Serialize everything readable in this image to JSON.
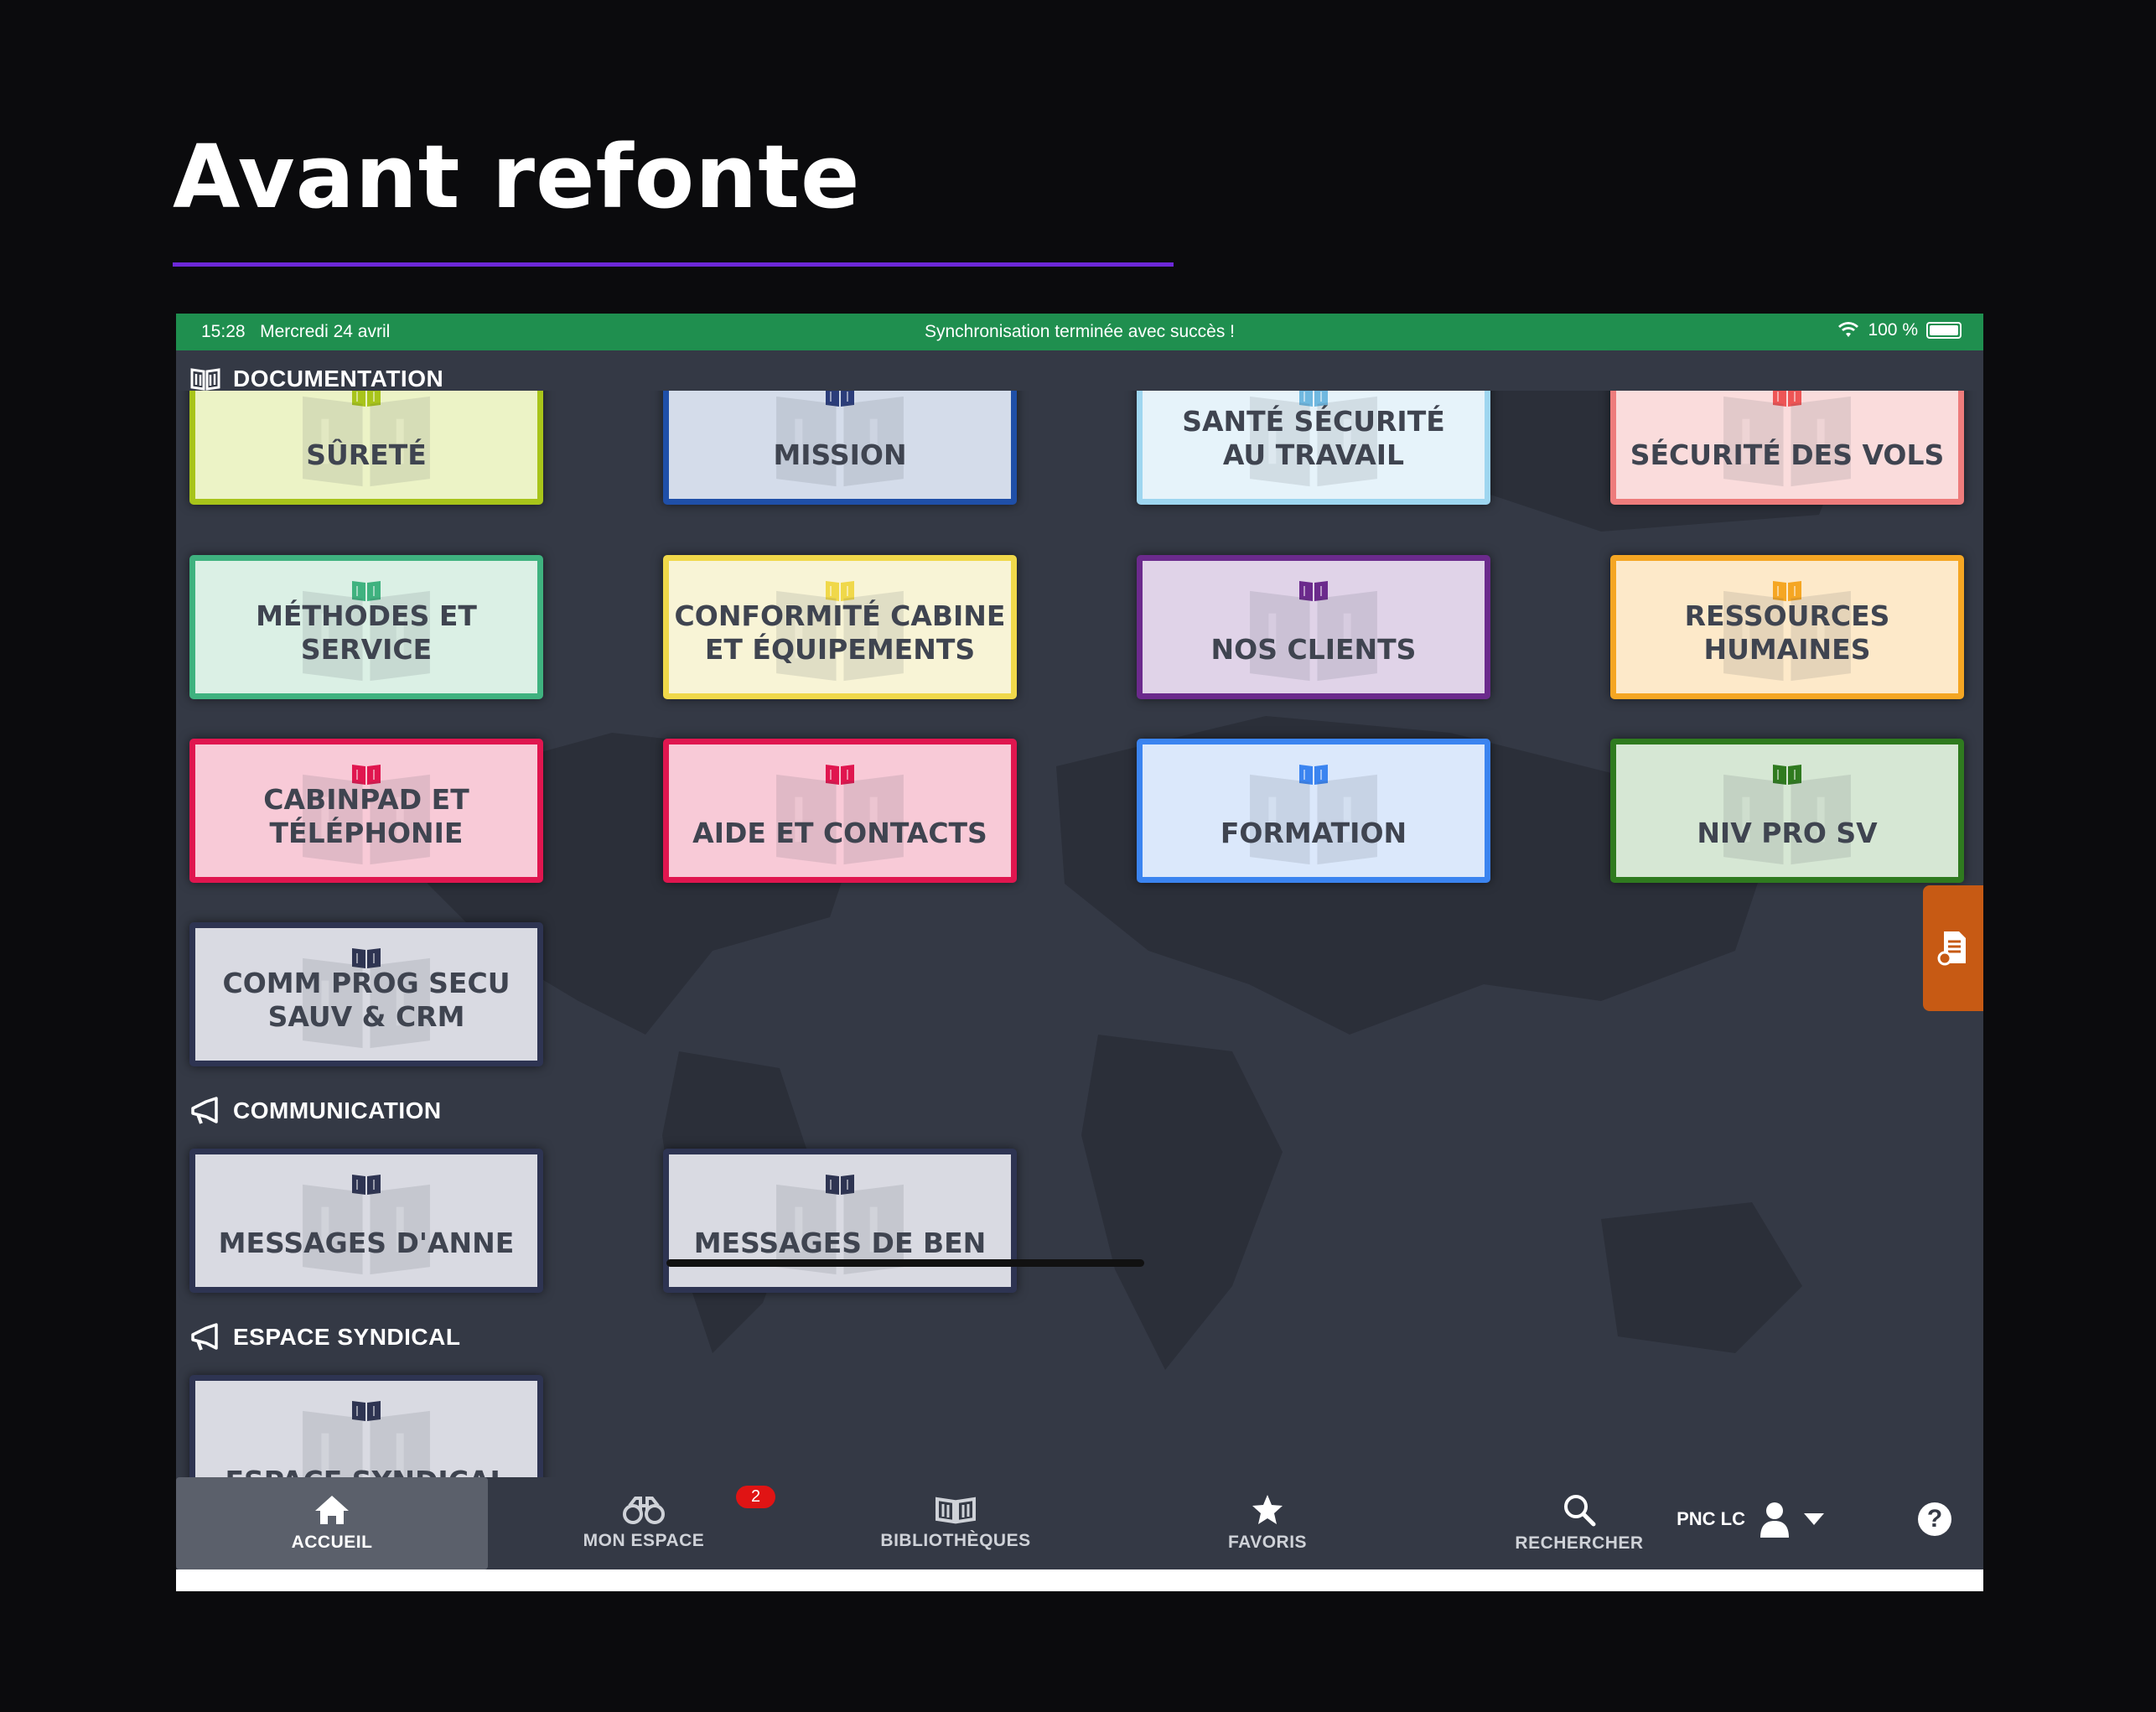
{
  "slide": {
    "title": "Avant refonte",
    "accent": "#6d28d9"
  },
  "status_bar": {
    "time": "15:28",
    "date": "Mercredi 24 avril",
    "message": "Synchronisation terminée avec succès !",
    "battery": "100 %",
    "color": "#1f8f4f"
  },
  "sections": {
    "documentation": {
      "label": "DOCUMENTATION",
      "icon": "book-icon"
    },
    "communication": {
      "label": "COMMUNICATION",
      "icon": "megaphone-icon"
    },
    "espace_syndical": {
      "label": "ESPACE SYNDICAL",
      "icon": "megaphone-icon"
    }
  },
  "cards": {
    "surete": {
      "title": "SÛRETÉ",
      "bg": "#ecf3c6",
      "border": "#a8c41a",
      "icon_color": "#a8c41a"
    },
    "mission": {
      "title": "MISSION",
      "bg": "#d4dcea",
      "border": "#1f4fa8",
      "icon_color": "#2b3d7a"
    },
    "sante": {
      "title": "SANTÉ SÉCURITÉ\nAU TRAVAIL",
      "bg": "#e6f3fa",
      "border": "#9ed6f0",
      "icon_color": "#6fb8e0"
    },
    "securite_vols": {
      "title": "SÉCURITÉ DES VOLS",
      "bg": "#fadcdc",
      "border": "#ee7c7c",
      "icon_color": "#e55"
    },
    "methodes": {
      "title": "MÉTHODES ET SERVICE",
      "bg": "#dbf0e5",
      "border": "#3fb27f",
      "icon_color": "#3fb27f"
    },
    "conformite": {
      "title": "CONFORMITÉ CABINE\nET ÉQUIPEMENTS",
      "bg": "#f8f4d6",
      "border": "#f0d84a",
      "icon_color": "#f0d84a"
    },
    "nos_clients": {
      "title": "NOS CLIENTS",
      "bg": "#e0d3e8",
      "border": "#6b2a8c",
      "icon_color": "#6b2a8c"
    },
    "rh": {
      "title": "RESSOURCES\nHUMAINES",
      "bg": "#fde9c9",
      "border": "#f5a623",
      "icon_color": "#f5a623"
    },
    "cabinpad": {
      "title": "CABINPAD ET\nTÉLÉPHONIE",
      "bg": "#f8cad7",
      "border": "#e0164f",
      "icon_color": "#e0164f"
    },
    "aide": {
      "title": "AIDE ET CONTACTS",
      "bg": "#f8cad7",
      "border": "#e0164f",
      "icon_color": "#e0164f"
    },
    "formation": {
      "title": "FORMATION",
      "bg": "#dbe8fb",
      "border": "#3b84f0",
      "icon_color": "#3b84f0"
    },
    "niv_pro": {
      "title": "NIV PRO SV",
      "bg": "#d6e7d4",
      "border": "#2f7a1f",
      "icon_color": "#2f7a1f"
    },
    "comm_prog": {
      "title": "COMM PROG SECU\nSAUV & CRM",
      "bg": "#d9dae2",
      "border": "#2e3452",
      "icon_color": "#2e3452"
    },
    "messages_anne": {
      "title": "MESSAGES D'ANNE",
      "bg": "#d9dae2",
      "border": "#2e3452",
      "icon_color": "#2e3452"
    },
    "messages_ben": {
      "title": "MESSAGES DE BEN",
      "bg": "#d9dae2",
      "border": "#2e3452",
      "icon_color": "#2e3452"
    },
    "espace_syndical": {
      "title": "ESPACE SYNDICAL",
      "bg": "#d9dae2",
      "border": "#2e3452",
      "icon_color": "#2e3452"
    }
  },
  "tabbar": {
    "accueil": "ACCUEIL",
    "mon_espace": "MON ESPACE",
    "mon_espace_badge": "2",
    "bibliotheques": "BIBLIOTHÈQUES",
    "favoris": "FAVORIS",
    "rechercher": "RECHERCHER",
    "user_label": "PNC LC"
  }
}
